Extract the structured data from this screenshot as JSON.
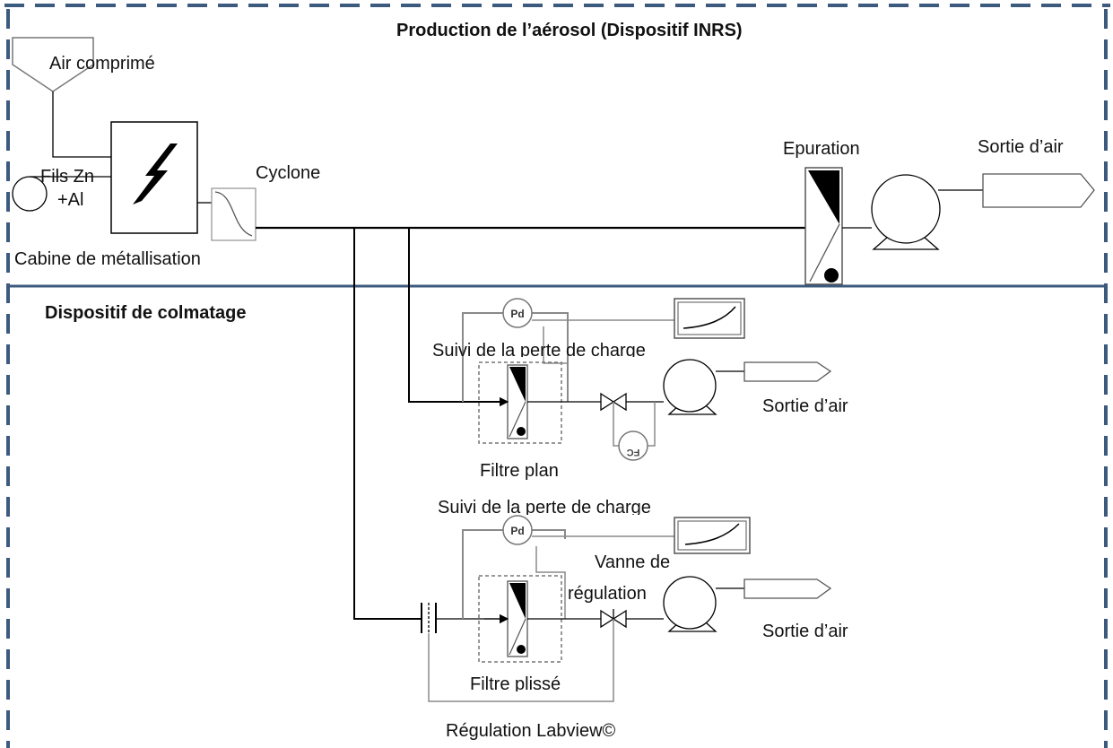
{
  "sections": {
    "production_title": "Production de l’aérosol (Dispositif INRS)",
    "colmatage_title": "Dispositif de colmatage"
  },
  "labels": {
    "compressed_air": "Air comprimé",
    "wire_line1": "Fils Zn",
    "wire_line2": "+Al",
    "metallization_cabin": "Cabine de métallisation",
    "cyclone": "Cyclone",
    "purification": "Epuration",
    "air_outlet_top": "Sortie d’air",
    "pressure_monitor_1": "Suivi de la perte de charge",
    "air_outlet_mid": "Sortie d’air",
    "flat_filter": "Filtre plan",
    "pressure_monitor_2": "Suivi  de la perte de charge",
    "regulation_valve_line1": "Vanne de",
    "regulation_valve_line2": "régulation",
    "air_outlet_bottom": "Sortie d’air",
    "pleated_filter": "Filtre plissé",
    "labview_regulation": "Régulation Labview©"
  },
  "instruments": {
    "pd_tag": "Pd",
    "fc_tag": "FC"
  },
  "colors": {
    "frame_border": "#3c5a7d",
    "line": "#000000",
    "signal_line": "#8a8a8a",
    "dashed_box": "#777777"
  }
}
